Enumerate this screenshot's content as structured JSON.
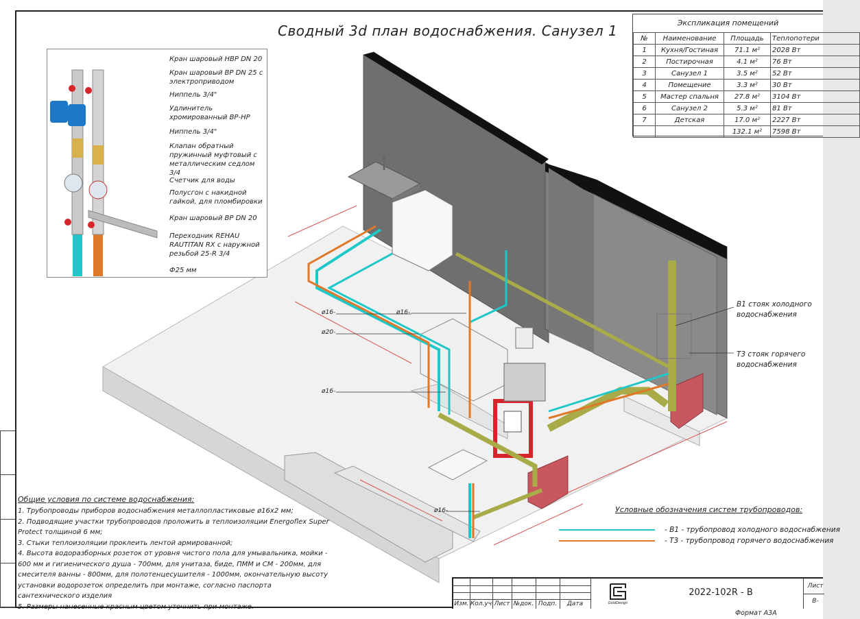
{
  "title": "Сводный 3d план водоснабжения. Санузел 1",
  "explication": {
    "caption": "Экспликация помещений",
    "headers": [
      "№",
      "Наименование",
      "Площадь",
      "Теплопотери"
    ],
    "rows": [
      [
        "1",
        "Кухня/Гостиная",
        "71.1 м²",
        "2028 Вт"
      ],
      [
        "2",
        "Постирочная",
        "4.1 м²",
        "76 Вт"
      ],
      [
        "3",
        "Санузел 1",
        "3.5 м²",
        "52 Вт"
      ],
      [
        "4",
        "Помещение",
        "3.3 м²",
        "30 Вт"
      ],
      [
        "5",
        "Мастер спальня",
        "27.8 м²",
        "3104 Вт"
      ],
      [
        "6",
        "Санузел 2",
        "5.3 м²",
        "81 Вт"
      ],
      [
        "7",
        "Детская",
        "17.0 м²",
        "2227 Вт"
      ]
    ],
    "total_area": "132.1 м²",
    "total_heat": "7598 Вт"
  },
  "detail_callouts": [
    "Кран шаровый НВР DN 20",
    "Кран шаровый ВР DN 25 с электроприводом",
    "Ниппель 3/4\"",
    "Удлинитель хромированный ВР-НР",
    "Ниппель 3/4\"",
    "Клапан обратный пружинный муфтовый с металлическим седлом 3/4",
    "Счетчик для воды",
    "Полусгон с накидной гайкой, для пломбировки",
    "Кран шаровый ВР DN 20",
    "Переходник REHAU RAUTITAN RX с наружной резьбой 25-R 3/4",
    "Ф25 мм"
  ],
  "pipe_labels": [
    "ø16-",
    "ø16-",
    "ø20-",
    "ø16-",
    "ø16-"
  ],
  "riser_labels": {
    "cold": "В1 стояк холодного водоснабжения",
    "hot": "Т3 стояк горячего водоснабжения"
  },
  "notes": {
    "header": "Общие условия по системе водоснабжения:",
    "items": [
      "1. Трубопроводы приборов водоснабжения металлопластиковые ø16х2 мм;",
      "2. Подводящие участки трубопроводов проложить в теплоизоляции Energoflex Super Protect толщиной 6 мм;",
      "3. Стыки теплоизоляции проклеить лентой армированной;",
      "4. Высота водоразборных розеток от уровня чистого пола для умывальника, мойки - 600 мм и гигиенического душа - 700мм, для унитаза, биде, ПММ и СМ - 200мм, для смесителя ванны - 800мм, для полотенцесушителя - 1000мм, окончательную высоту установки водорозеток определить при монтаже, согласно паспорта сантехнического изделия",
      "5. Размеры нанесенные красным цветом уточнить при монтаже."
    ]
  },
  "legend": {
    "header": "Условные обозначения систем трубопроводов:",
    "items": [
      {
        "text": "- В1 -  трубопровод холодного водоснабжения",
        "color": "#1fc8c8"
      },
      {
        "text": "- Т3 -  трубопровод горячего водоснабжения",
        "color": "#e0782a"
      }
    ]
  },
  "title_block": {
    "cols": [
      "Изм.",
      "Кол.уч",
      "Лист",
      "№док.",
      "Подп.",
      "Дата"
    ],
    "logo_text": "GoldDesign",
    "code": "2022-102R - В",
    "sheet_label": "Лист",
    "sheet_code": "В-"
  },
  "format": "Формат А3А",
  "colors": {
    "cold": "#1fc8c8",
    "hot": "#e0782a",
    "sewer": "#a8ab47",
    "wall": "#7a7a7a",
    "brick": "#c9575f",
    "install_frame": "#d7262b",
    "dimension": "#d9534f"
  }
}
